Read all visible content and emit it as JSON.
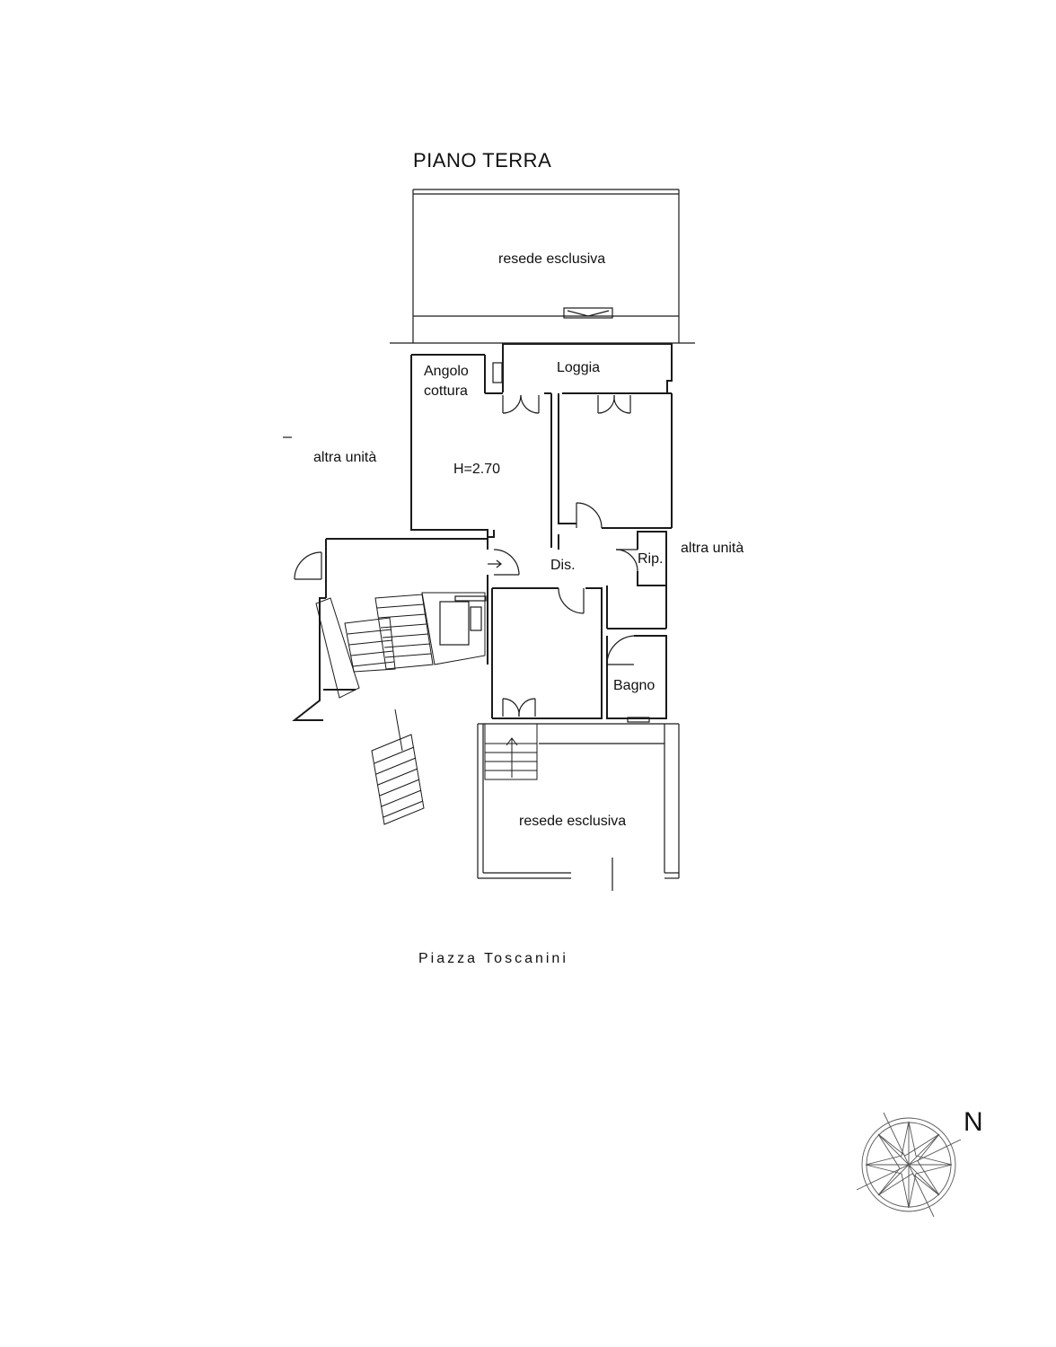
{
  "plan": {
    "title": "PIANO TERRA",
    "rooms": {
      "resede_top": "resede esclusiva",
      "loggia": "Loggia",
      "angolo_line1": "Angolo",
      "angolo_line2": "cottura",
      "height": "H=2.70",
      "altra_left": "altra unità",
      "altra_right": "altra unità",
      "dis": "Dis.",
      "rip": "Rip.",
      "bagno": "Bagno",
      "resede_bottom": "resede esclusiva"
    },
    "street": "Piazza Toscanini",
    "compass": {
      "north_label": "N",
      "icon": "compass-rose-icon"
    }
  }
}
